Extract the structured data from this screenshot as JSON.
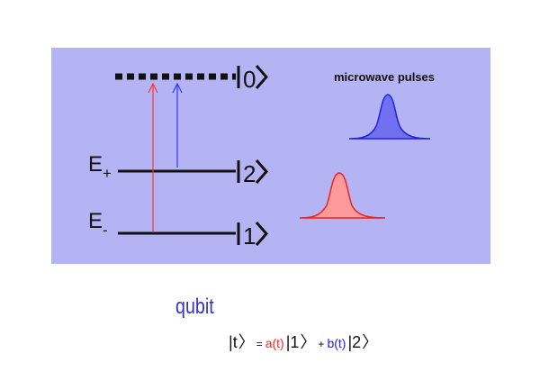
{
  "colors": {
    "panel": "#b4b4f4",
    "red": "#ff3333",
    "blue": "#3333ff",
    "ink": "#111111",
    "title": "#3333cc",
    "pulse_red_fill": "#ff9a9a",
    "pulse_blue_fill": "#7070f0"
  },
  "levels": {
    "top_ket": "0",
    "mid_ket": "2",
    "low_ket": "1",
    "e_plus_base": "E",
    "e_plus_sub": "+",
    "e_minus_base": "E",
    "e_minus_sub": "-"
  },
  "pulses": {
    "label": "microwave pulses"
  },
  "qubit": {
    "title": "qubit",
    "state": "t",
    "equals": "=",
    "coef_a": "a(t)",
    "ket_a": "1",
    "plus": "+",
    "coef_b": "b(t)",
    "ket_b": "2"
  },
  "icons": [
    "ket-bracket-icon",
    "up-arrow-icon",
    "gaussian-pulse-icon"
  ]
}
